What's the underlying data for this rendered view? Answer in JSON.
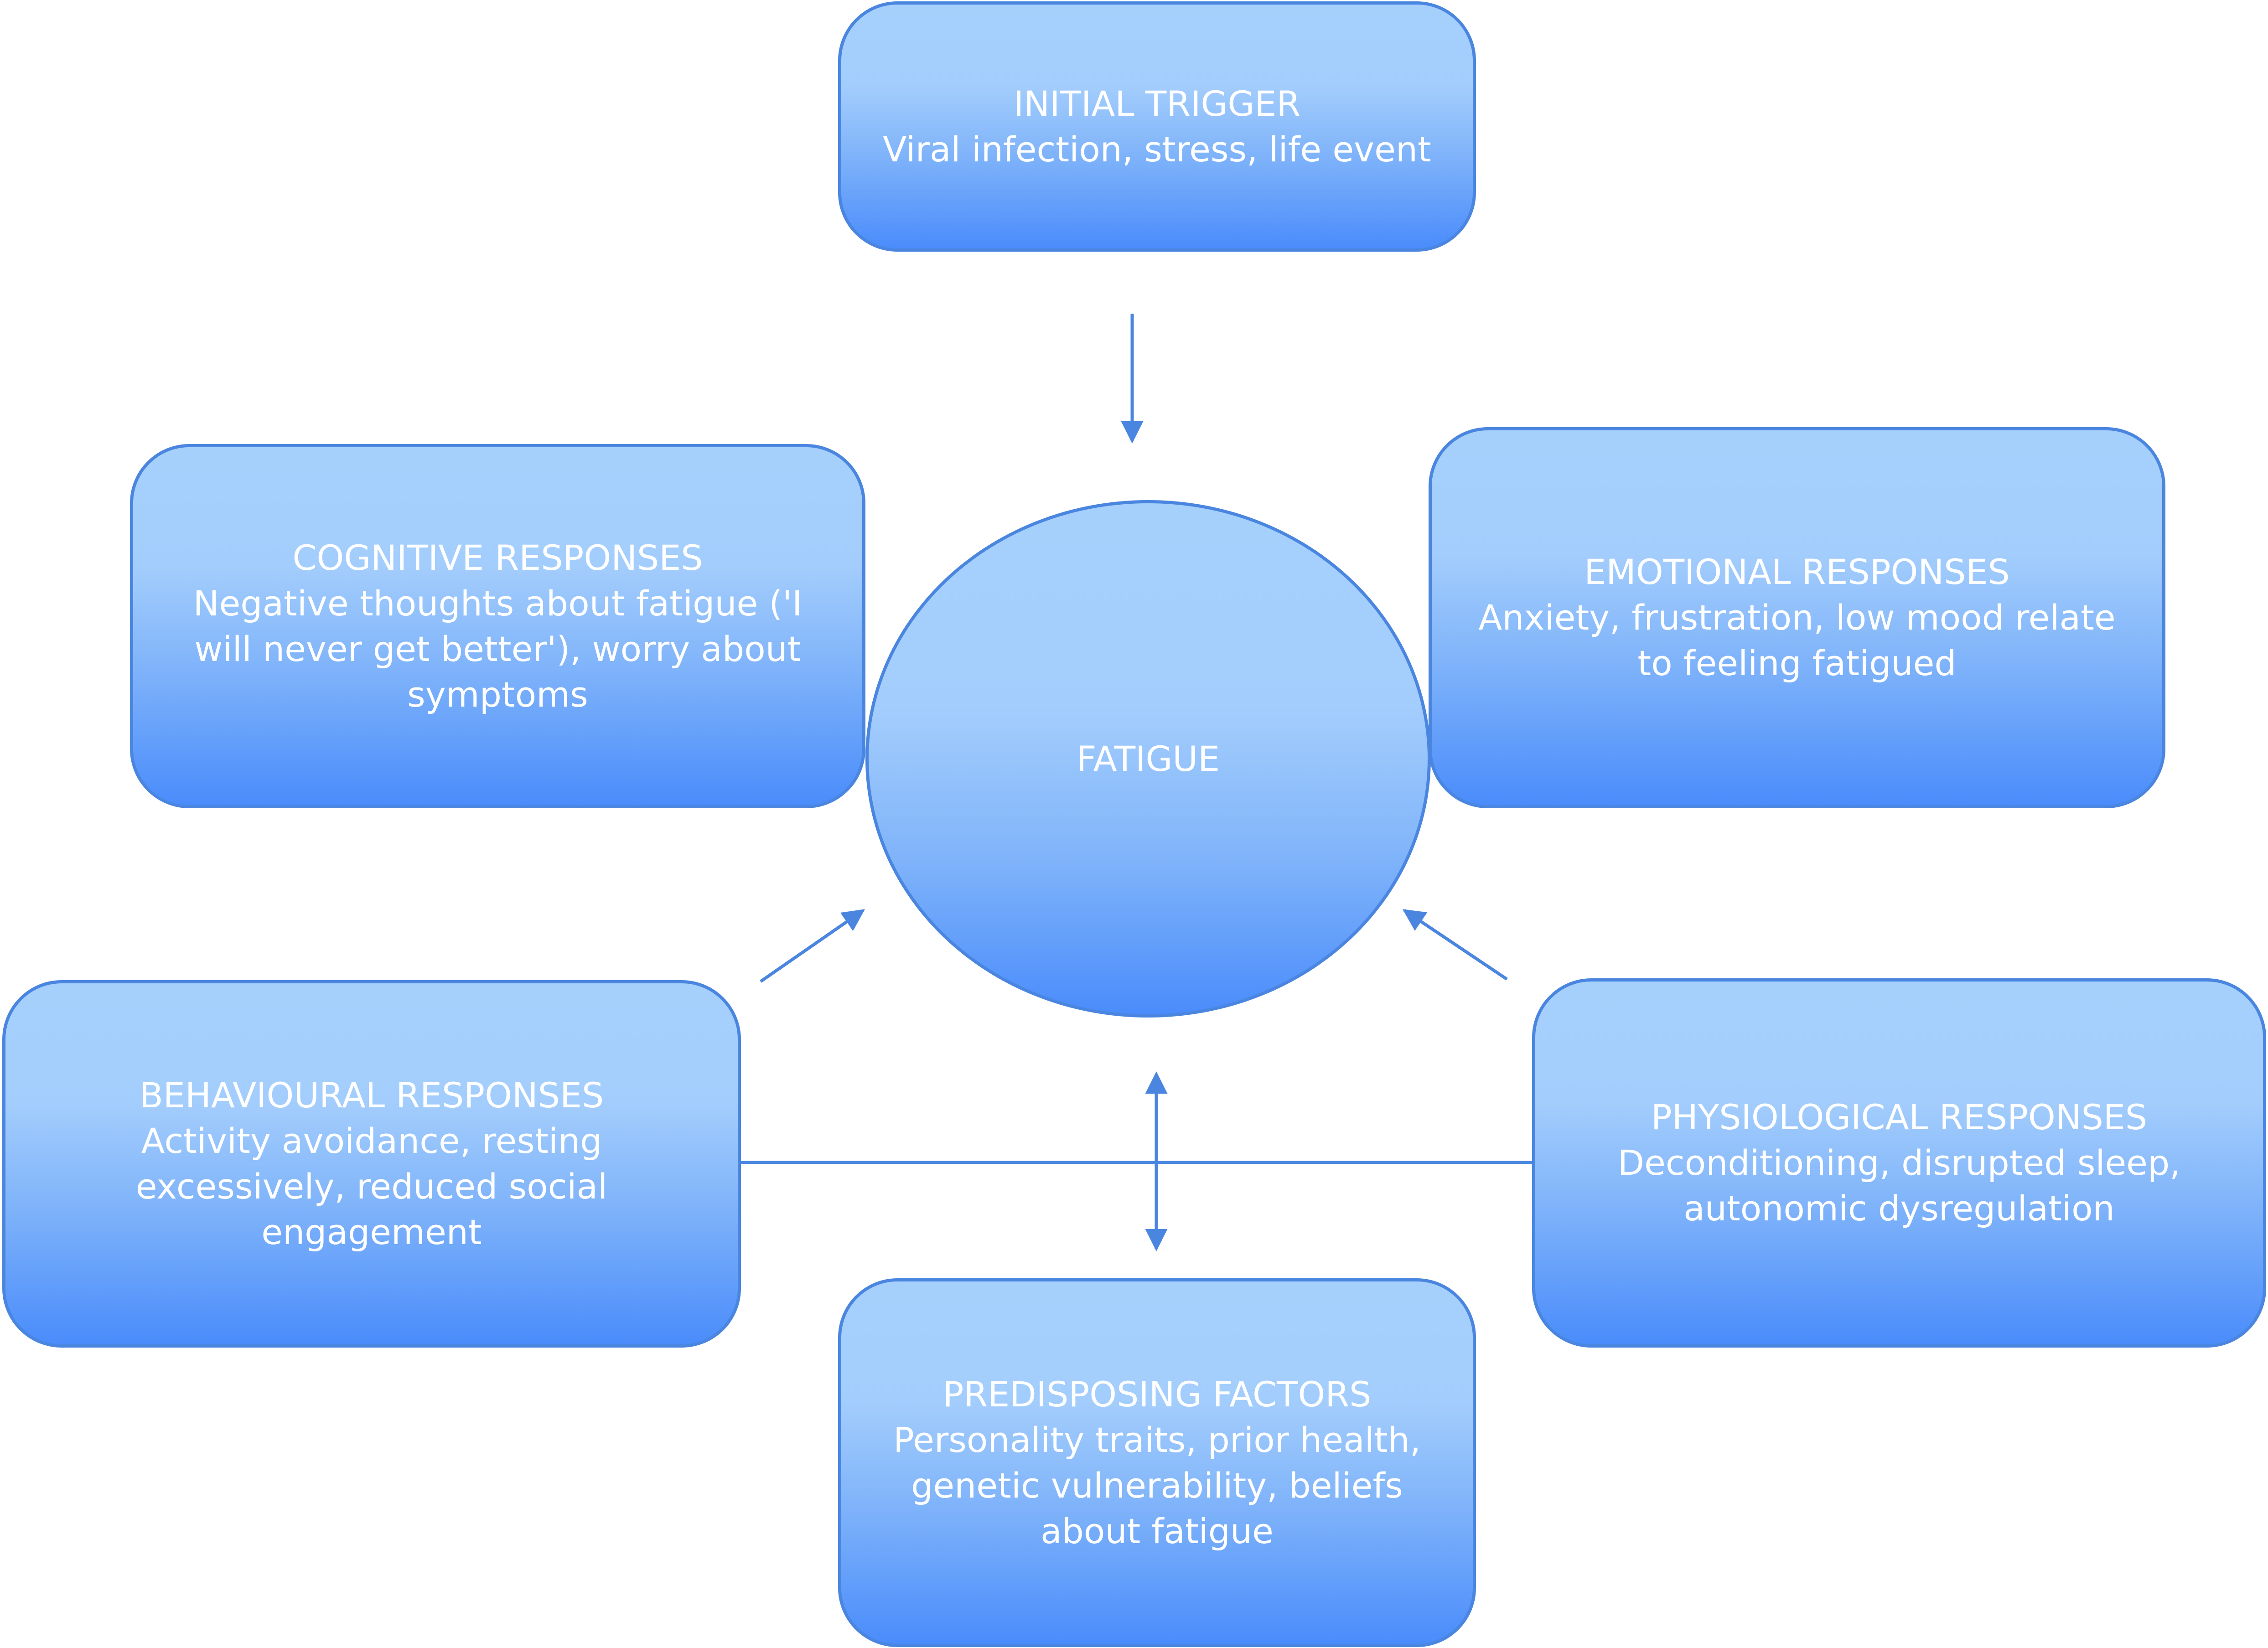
{
  "diagram": {
    "center": {
      "label": "FATIGUE"
    },
    "nodes": {
      "trigger": {
        "title": "INITIAL TRIGGER",
        "desc": "Viral infection, stress, life event"
      },
      "cognitive": {
        "title": "COGNITIVE RESPONSES",
        "desc": "Negative thoughts about fatigue ('I will never get better'), worry about symptoms"
      },
      "emotional": {
        "title": "EMOTIONAL RESPONSES",
        "desc": "Anxiety, frustration, low mood relate to feeling fatigued"
      },
      "behavioural": {
        "title": "BEHAVIOURAL RESPONSES",
        "desc": "Activity avoidance, resting excessively, reduced social engagement"
      },
      "physiological": {
        "title": "PHYSIOLOGICAL RESPONSES",
        "desc": "Deconditioning, disrupted sleep, autonomic dysregulation"
      },
      "predisposing": {
        "title": "PREDISPOSING FACTORS",
        "desc": "Personality traits, prior health, genetic vulnerability, beliefs about fatigue"
      }
    },
    "colors": {
      "box_top": "#a6d0fc",
      "box_bottom": "#4a8cfb",
      "border": "#4a86e0",
      "text": "#ffffff"
    }
  }
}
